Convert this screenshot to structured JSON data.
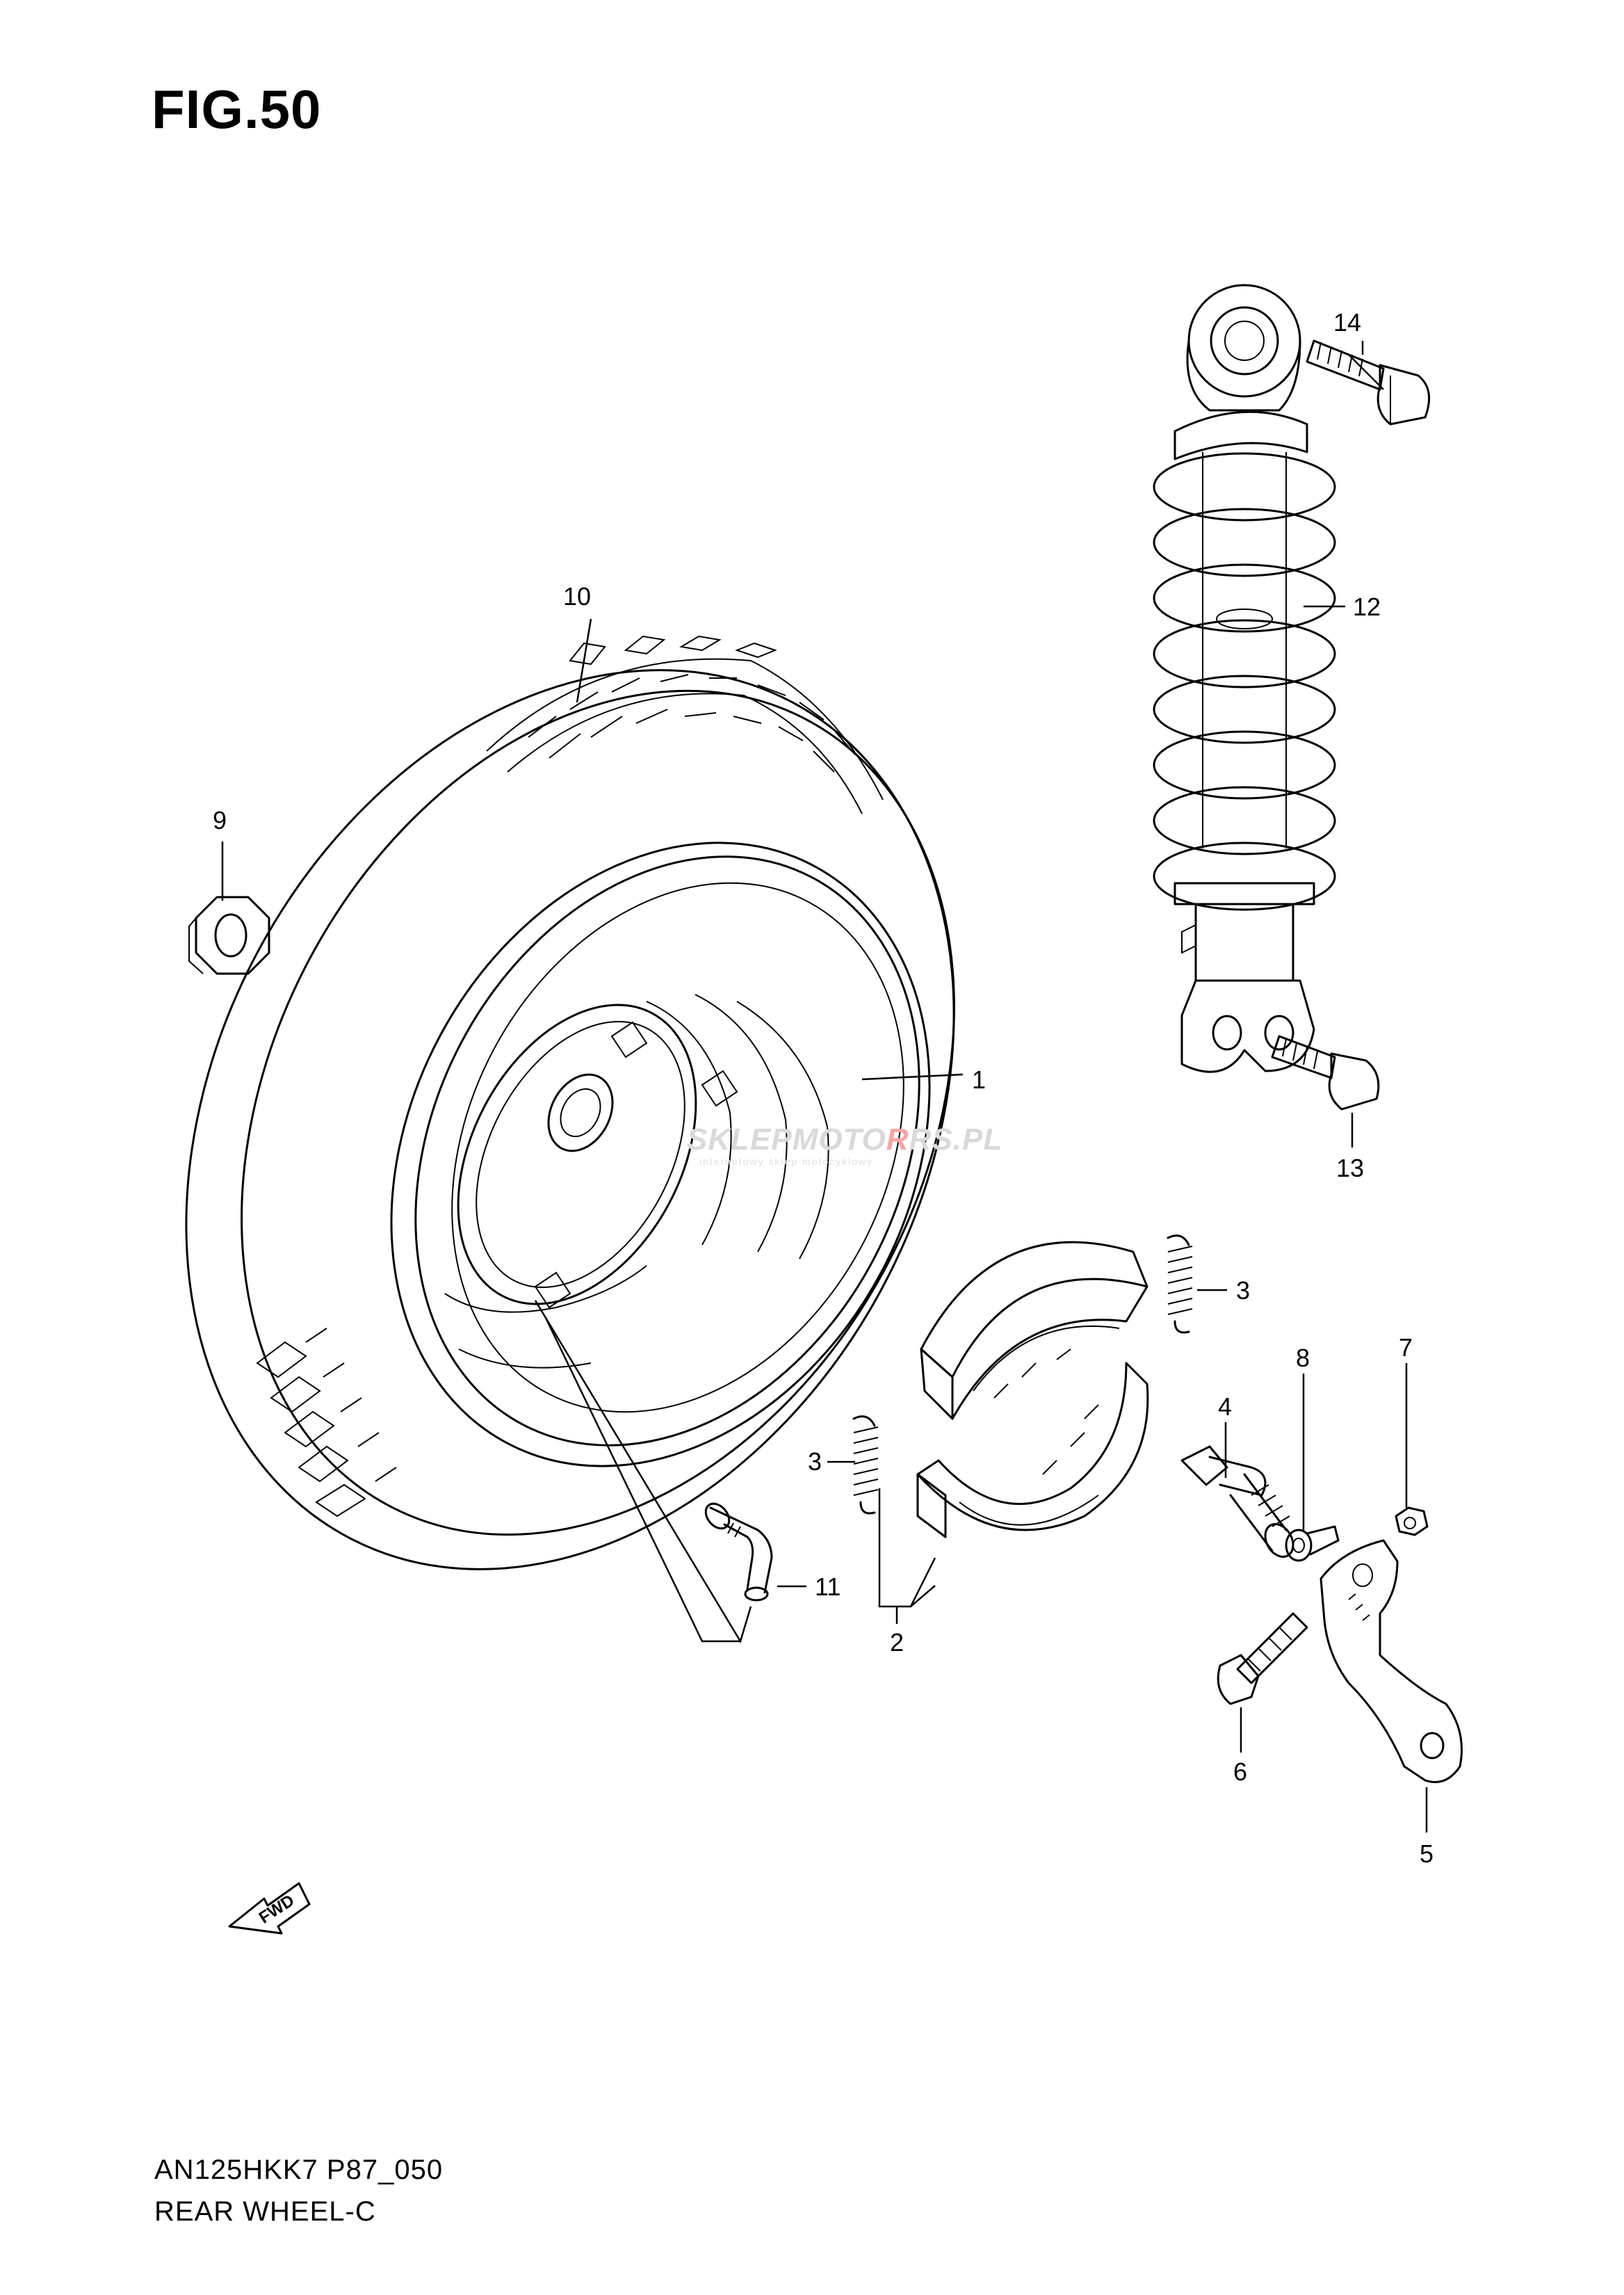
{
  "figure": {
    "title": "FIG.50"
  },
  "footer": {
    "model_code": "AN125HKK7 P87_050",
    "section_name": "REAR WHEEL-C"
  },
  "watermark": {
    "brand_prefix": "SKLEP",
    "brand_middle": "MOTO",
    "brand_accent": "R",
    "brand_suffix": "RS.PL",
    "tagline": "internetowy sklep motocyklowy"
  },
  "fwd_arrow": {
    "label": "FWD"
  },
  "callouts": {
    "wheel": "1",
    "brake_shoe_set": "2",
    "spring_upper": "3",
    "spring_lower": "3",
    "brake_camshaft": "4",
    "brake_cam_lever": "5",
    "lever_bolt": "6",
    "nut": "7",
    "wear_indicator_plate": "8",
    "axle_nut": "9",
    "tire": "10",
    "valve": "11",
    "rear_shock_absorber": "12",
    "shock_lower_bolt": "13",
    "shock_upper_bolt": "14"
  }
}
